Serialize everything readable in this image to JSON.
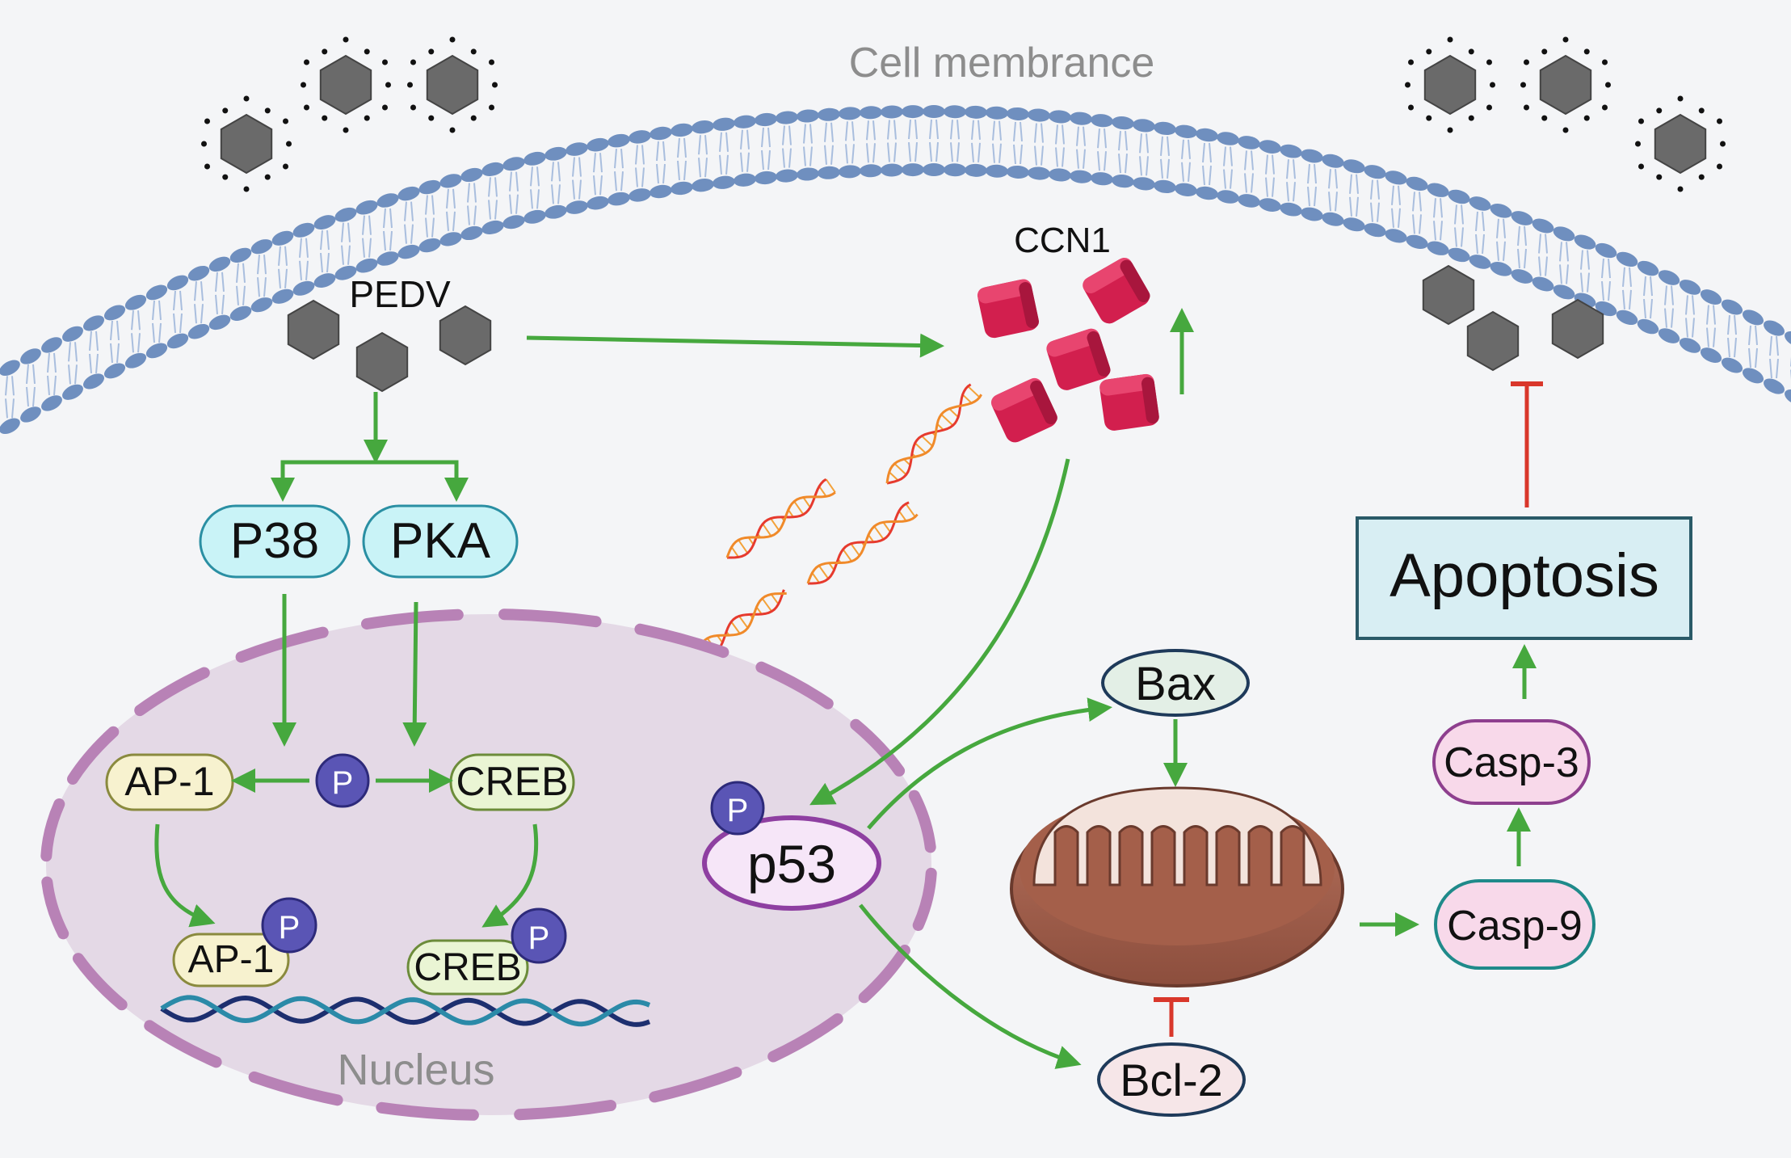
{
  "labels": {
    "cell_membrane": "Cell membrance",
    "pedv": "PEDV",
    "ccn1": "CCN1",
    "nucleus": "Nucleus",
    "apoptosis": "Apoptosis"
  },
  "nodes": {
    "p38": "P38",
    "pka": "PKA",
    "ap1_top": "AP-1",
    "creb_top": "CREB",
    "ap1_bottom": "AP-1",
    "creb_bottom": "CREB",
    "p53": "p53",
    "bax": "Bax",
    "bcl2": "Bcl-2",
    "casp9": "Casp-9",
    "casp3": "Casp-3"
  },
  "phospho": {
    "center": "P",
    "ap1": "P",
    "creb": "P",
    "p53": "P"
  },
  "colors": {
    "activation_arrow": "#46a83e",
    "inhibition": "#d9372b",
    "membrane_head": "#6f8fbf",
    "nucleus_fill": "#e4d9e6",
    "nucleus_border": "#b882b6",
    "ccn1": "#d21f4e",
    "virus": "#6a6a6a",
    "p38_pka_fill": "#c9f3f7",
    "apoptosis_fill": "#d8eef3"
  }
}
